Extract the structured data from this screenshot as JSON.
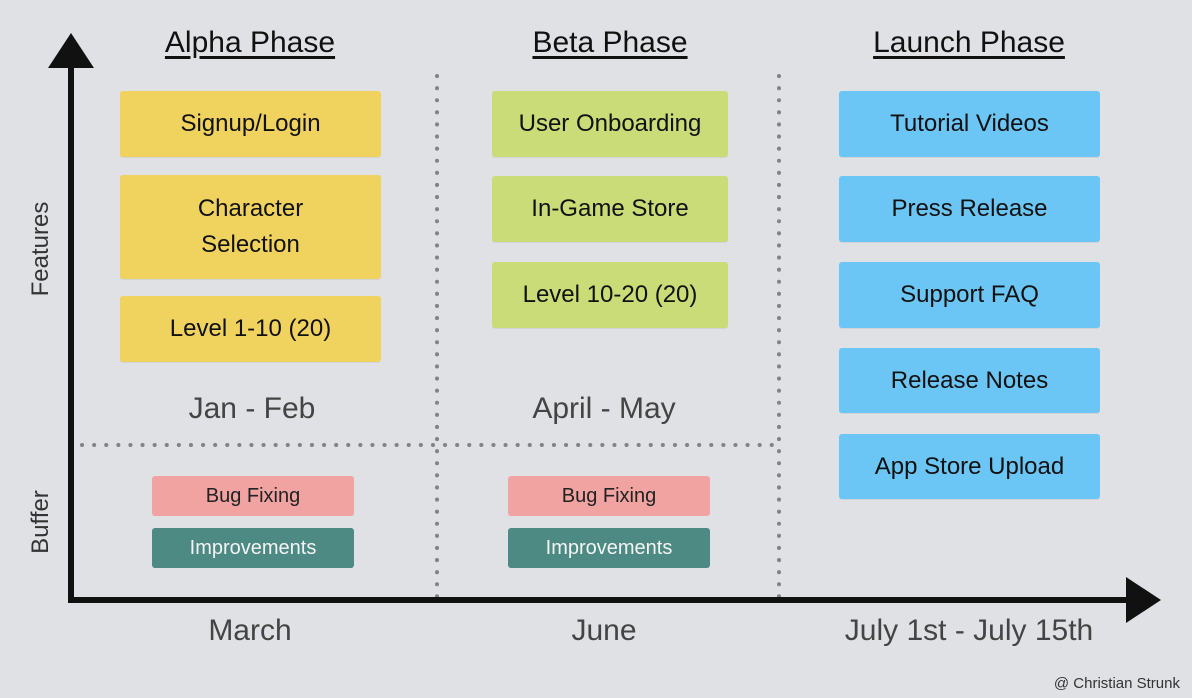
{
  "axes": {
    "y_label_top": "Features",
    "y_label_bottom": "Buffer"
  },
  "phases": [
    {
      "title": "Alpha Phase",
      "features": [
        "Signup/Login",
        "Character\nSelection",
        "Level 1-10 (20)"
      ],
      "feature_period": "Jan - Feb",
      "buffer": [
        "Bug Fixing",
        "Improvements"
      ],
      "buffer_period": "March"
    },
    {
      "title": "Beta Phase",
      "features": [
        "User Onboarding",
        "In-Game Store",
        "Level 10-20 (20)"
      ],
      "feature_period": "April - May",
      "buffer": [
        "Bug Fixing",
        "Improvements"
      ],
      "buffer_period": "June"
    },
    {
      "title": "Launch Phase",
      "features": [
        "Tutorial Videos",
        "Press Release",
        "Support FAQ",
        "Release Notes",
        "App Store Upload"
      ],
      "period": "July 1st - July 15th"
    }
  ],
  "credit": "@ Christian Strunk",
  "colors": {
    "background": "#dfe1e4",
    "alpha_card": "#f0d35f",
    "beta_card": "#c9dc78",
    "launch_card": "#6cc6f5",
    "bug_fixing": "#f0a3a1",
    "improvements": "#4e8a84",
    "axis": "#111111",
    "divider": "#808488"
  }
}
